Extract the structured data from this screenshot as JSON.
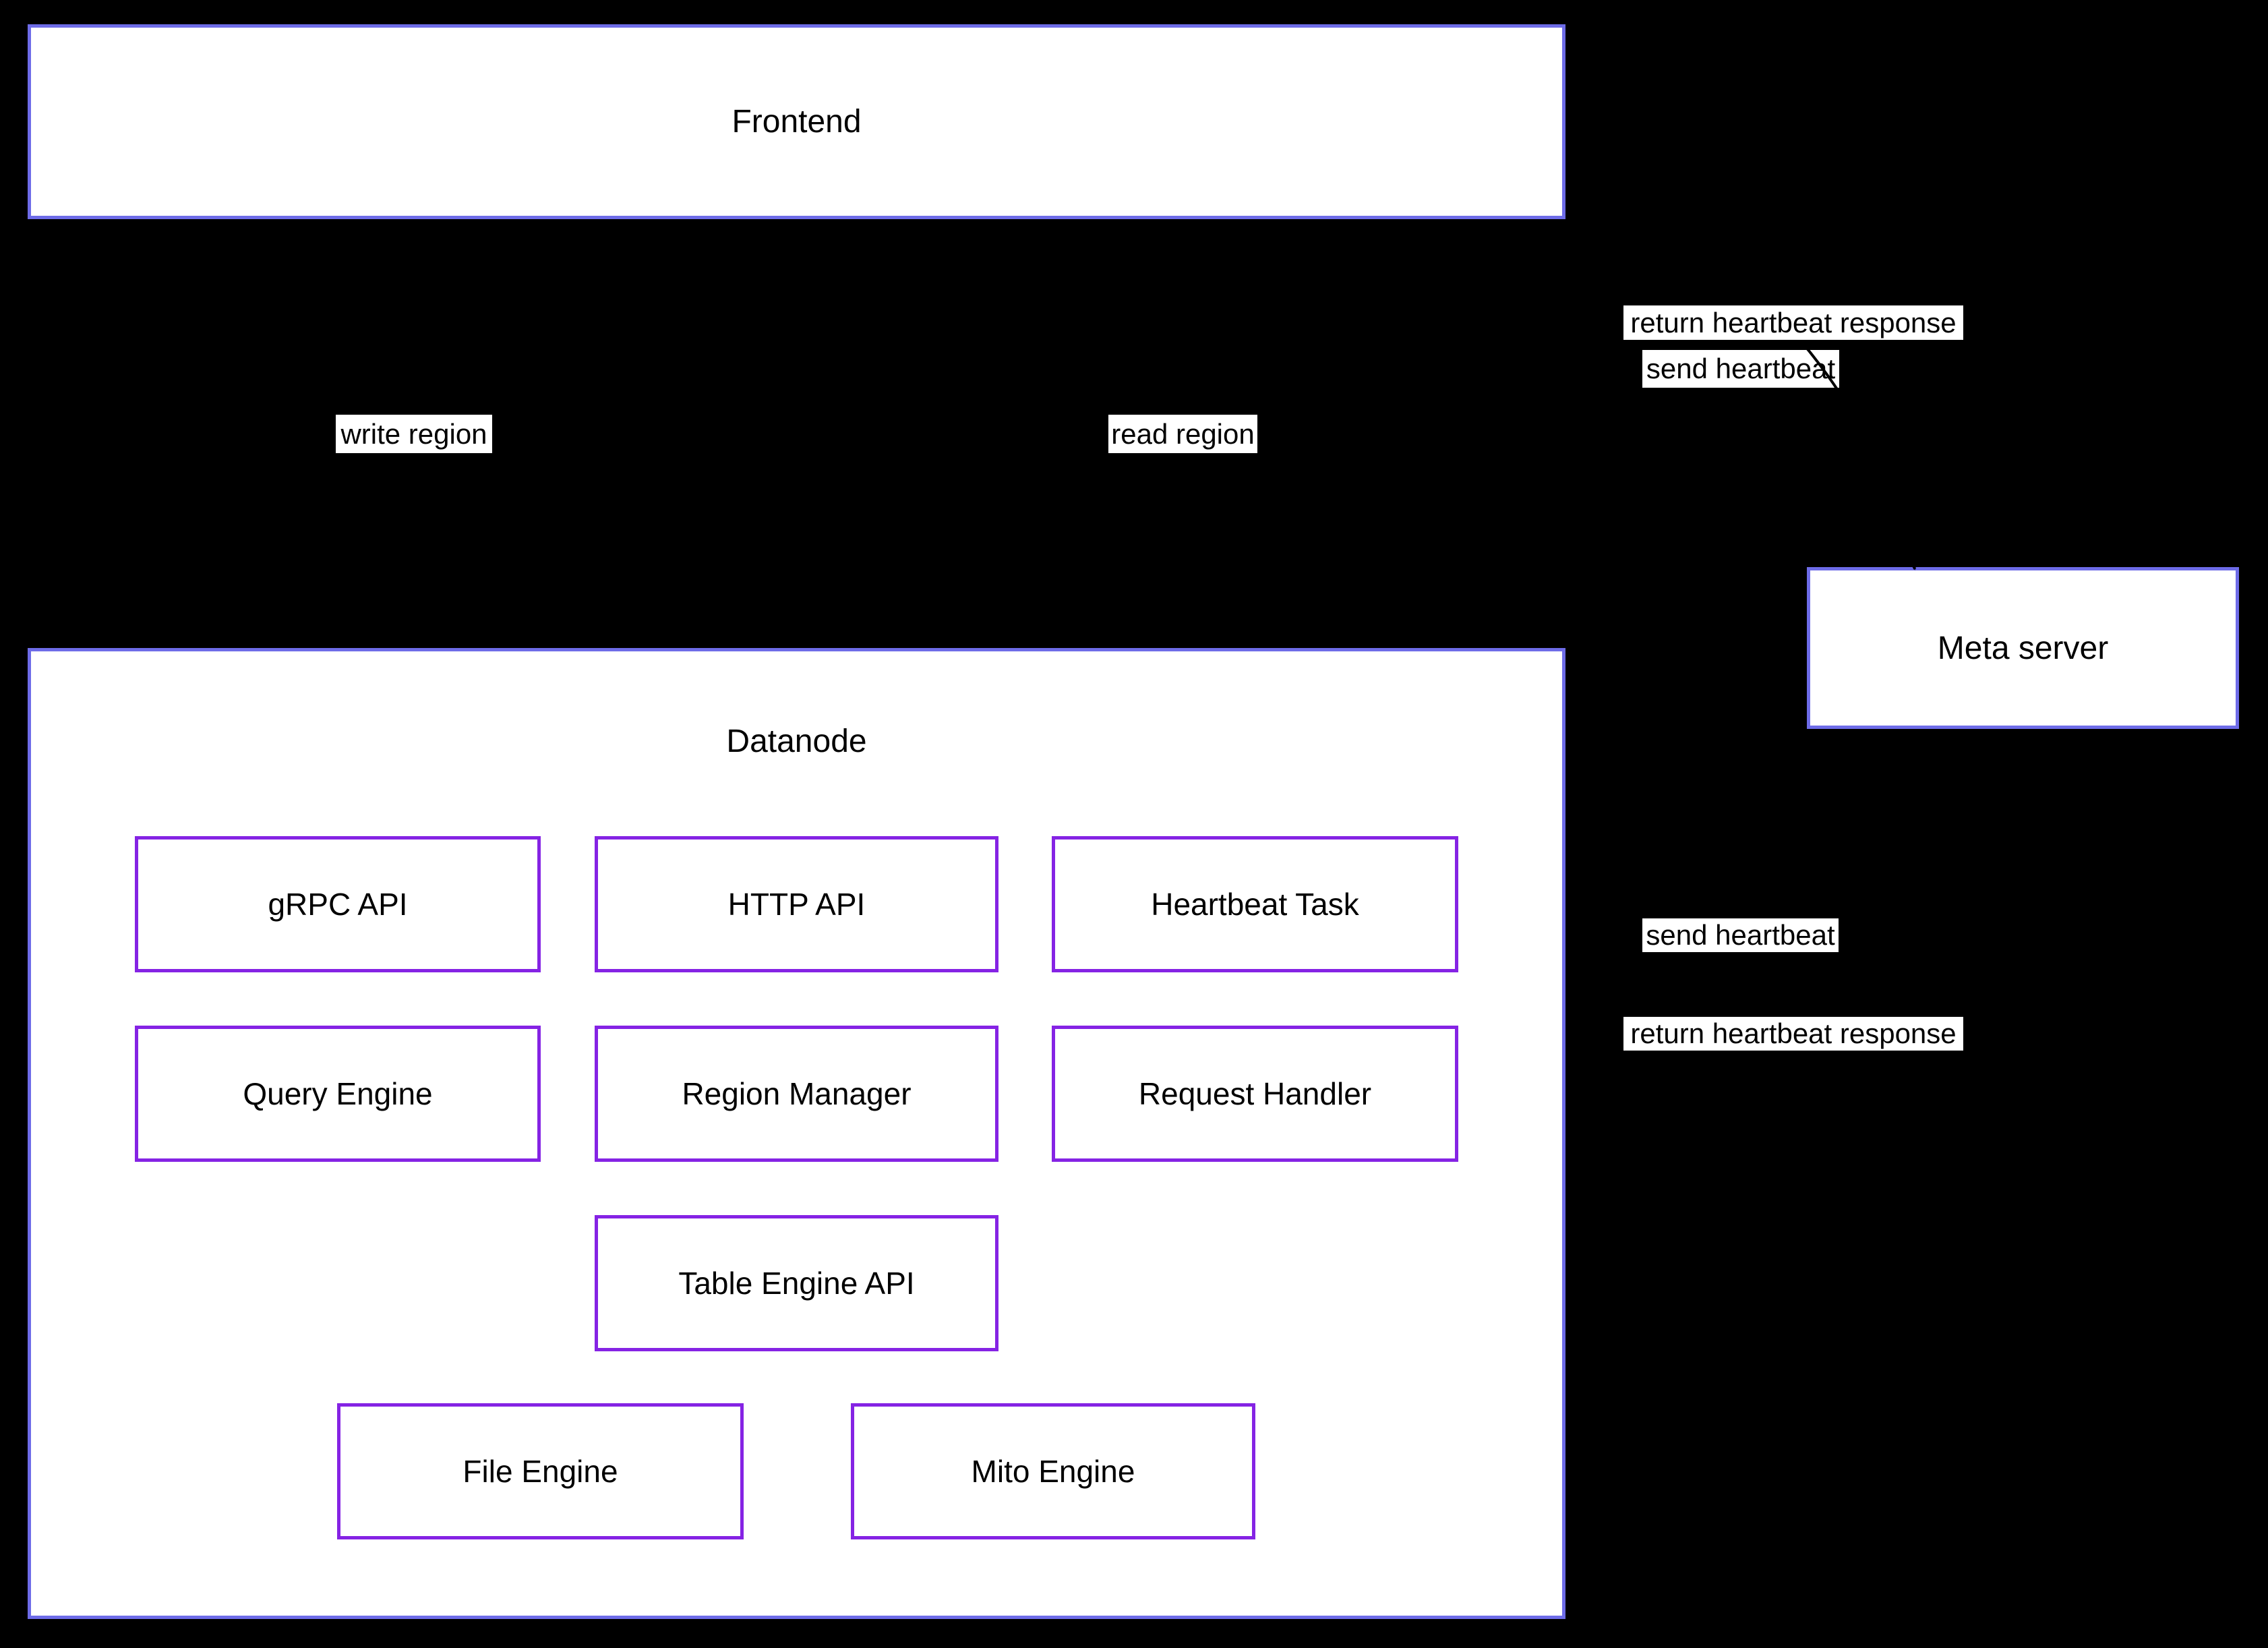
{
  "diagram": {
    "colors": {
      "background": "#000000",
      "node_border": "#6e6ce8",
      "component_border": "#8523e4",
      "node_fill": "#ffffff",
      "text": "#000000",
      "arrow": "#000000",
      "label_bg": "#ffffff"
    },
    "nodes": {
      "frontend": {
        "label": "Frontend"
      },
      "datanode": {
        "label": "Datanode"
      },
      "meta_server": {
        "label": "Meta server"
      }
    },
    "datanode_components": [
      {
        "label": "gRPC API"
      },
      {
        "label": "HTTP API"
      },
      {
        "label": "Heartbeat Task"
      },
      {
        "label": "Query Engine"
      },
      {
        "label": "Region Manager"
      },
      {
        "label": "Request Handler"
      },
      {
        "label": "Table Engine API"
      },
      {
        "label": "File Engine"
      },
      {
        "label": "Mito Engine"
      }
    ],
    "edges": {
      "write_region": {
        "label": "write region"
      },
      "read_region": {
        "label": "read region"
      },
      "frontend_send_heartbeat": {
        "label": "send heartbeat"
      },
      "frontend_return_heartbeat": {
        "label": "return heartbeat response"
      },
      "datanode_send_heartbeat": {
        "label": "send heartbeat"
      },
      "datanode_return_heartbeat": {
        "label": "return heartbeat response"
      }
    }
  }
}
